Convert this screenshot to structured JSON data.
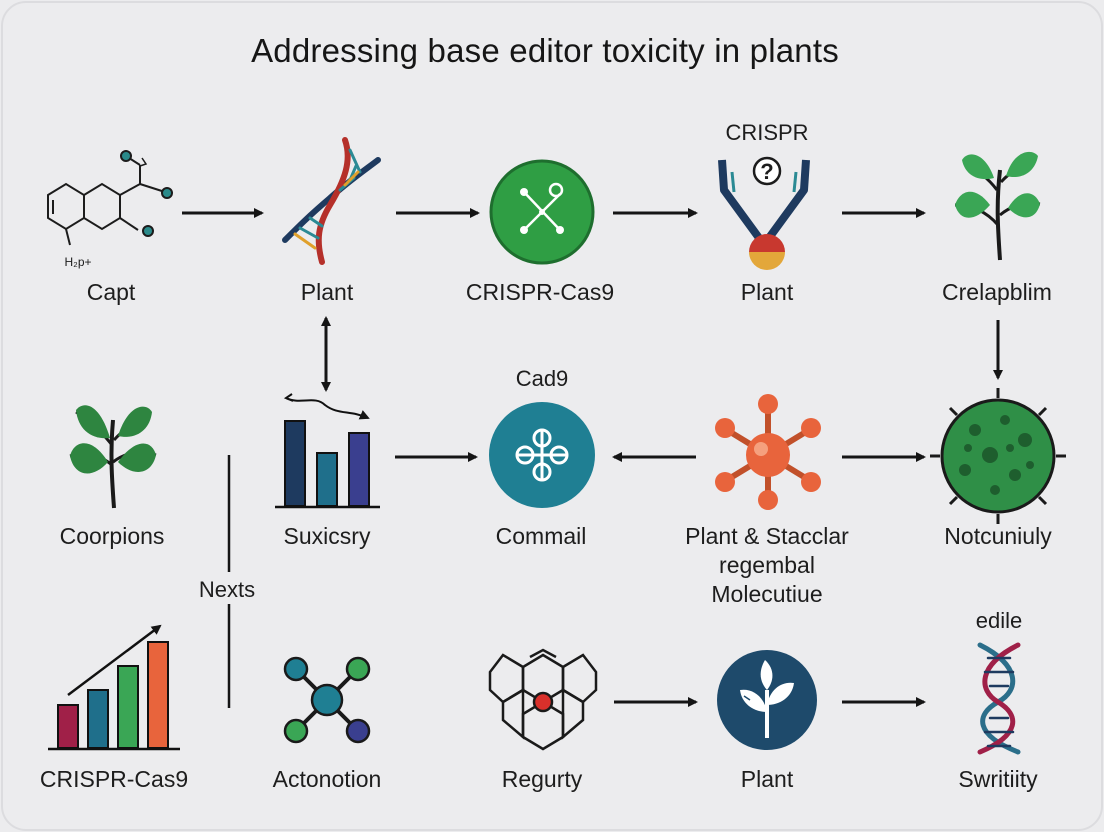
{
  "title": "Addressing base editor toxicity in plants",
  "colors": {
    "background": "#ececee",
    "arrow": "#151515",
    "green": "#2f9e44",
    "teal": "#1f7f93",
    "navy": "#1e3a5f",
    "orange": "#e8643c",
    "red": "#c0392b",
    "purple": "#3a3f8f"
  },
  "nodes": {
    "capt": {
      "label": "Capt",
      "icon": "molecule-structure-icon",
      "sub": "H₂p+"
    },
    "plant1": {
      "label": "Plant",
      "icon": "dna-helix-icon"
    },
    "crispr_cas9_top": {
      "label": "CRISPR-Cas9",
      "icon": "green-circle-network-icon"
    },
    "plant2": {
      "label": "Plant",
      "icon": "crispr-scissors-icon",
      "top": "CRISPR",
      "badge": "?"
    },
    "crelapblim": {
      "label": "Crelapblim",
      "icon": "seedling-icon"
    },
    "coorpions": {
      "label": "Coorpions",
      "icon": "leaf-sprout-icon"
    },
    "suxicsry": {
      "label": "Suxicsry",
      "icon": "bar-chart-icon"
    },
    "commail": {
      "label": "Commail",
      "icon": "teal-circle-network-icon",
      "top": "Cad9"
    },
    "plant_stacclar": {
      "label": "Plant & Stacclar",
      "label2": "regembal",
      "label3": "Molecutiue",
      "icon": "orange-molecule-icon"
    },
    "notcuniuly": {
      "label": "Notcuniuly",
      "icon": "green-cell-icon"
    },
    "nexts": {
      "label": "Nexts"
    },
    "crispr_cas9_bottom": {
      "label": "CRISPR-Cas9",
      "icon": "growth-chart-icon"
    },
    "actonotion": {
      "label": "Actonotion",
      "icon": "node-network-icon"
    },
    "regurty": {
      "label": "Regurty",
      "icon": "hexagon-ring-icon"
    },
    "plant3": {
      "label": "Plant",
      "icon": "plant-circle-icon"
    },
    "swritiity": {
      "label": "Swritiity",
      "icon": "dna-strand-icon",
      "top": "edile"
    }
  }
}
